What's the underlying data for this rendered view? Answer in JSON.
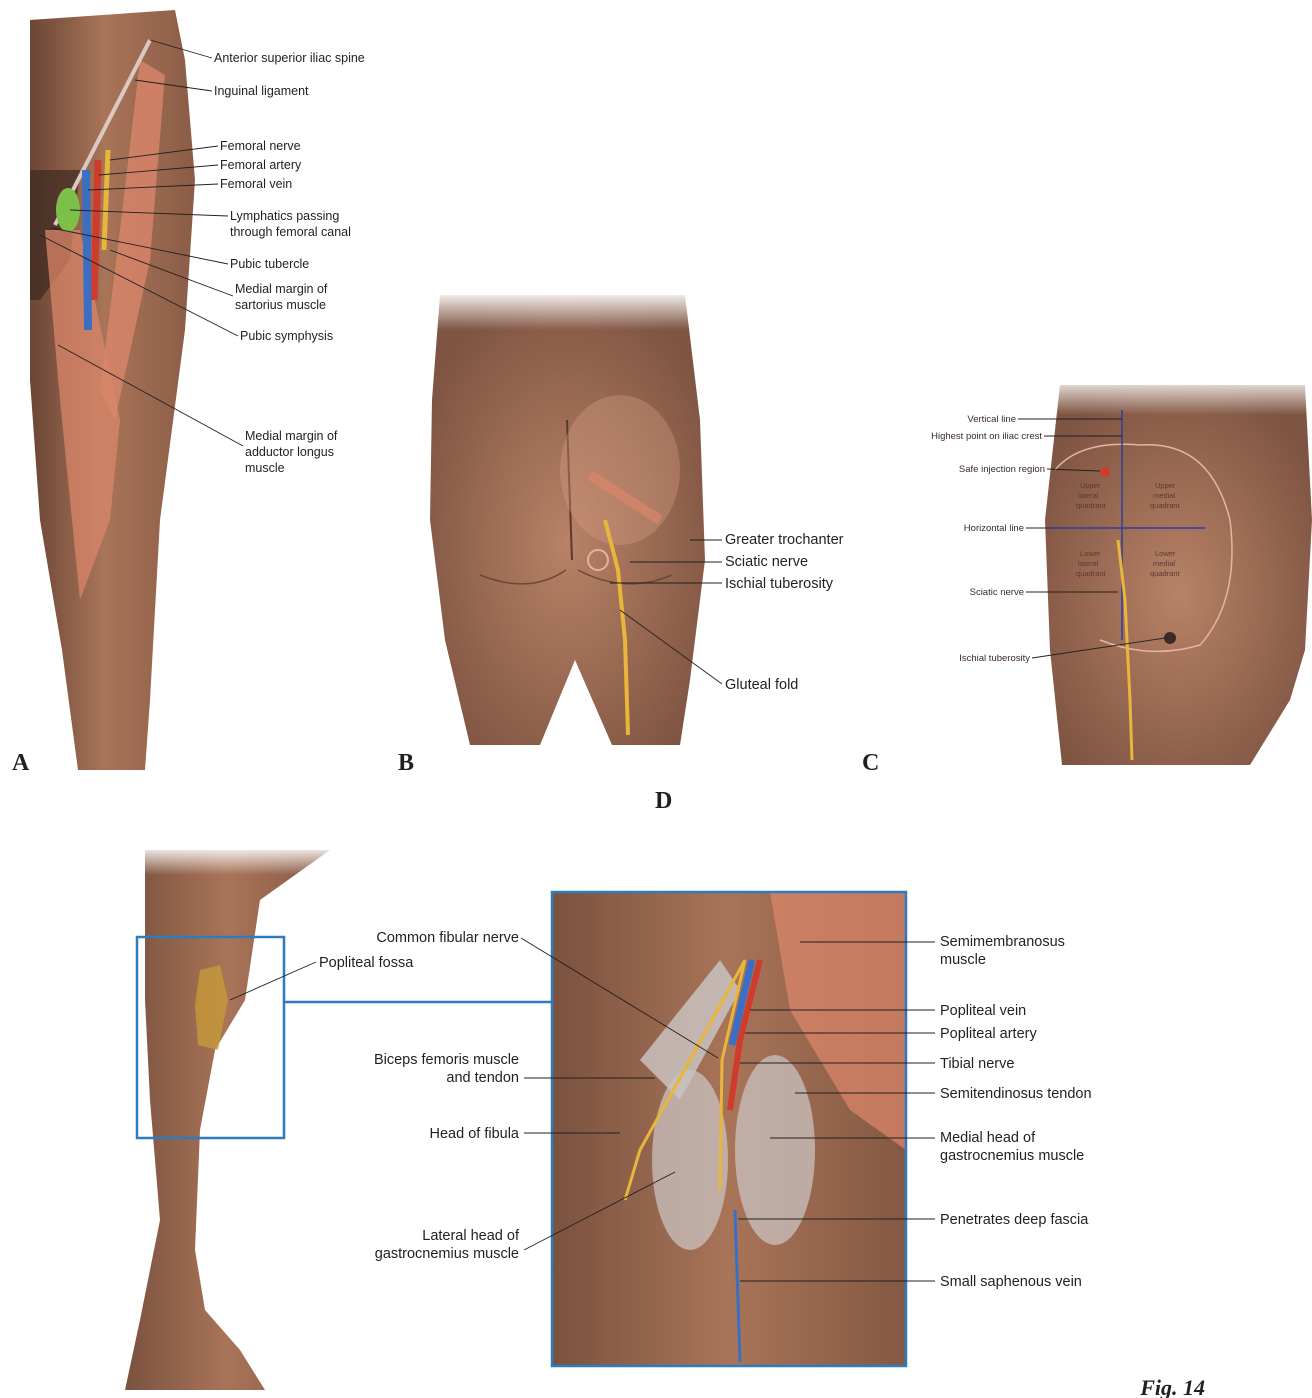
{
  "panels": {
    "a": {
      "letter": "A",
      "labels": {
        "anterior_superior_iliac_spine": "Anterior superior iliac spine",
        "inguinal_ligament": "Inguinal ligament",
        "femoral_nerve": "Femoral nerve",
        "femoral_artery": "Femoral artery",
        "femoral_vein": "Femoral vein",
        "lymphatics_1": "Lymphatics passing",
        "lymphatics_2": "through femoral canal",
        "pubic_tubercle": "Pubic tubercle",
        "sartorius_1": "Medial margin of",
        "sartorius_2": "sartorius muscle",
        "pubic_symphysis": "Pubic symphysis",
        "adductor_1": "Medial margin of",
        "adductor_2": "adductor longus",
        "adductor_3": "muscle"
      }
    },
    "b": {
      "letter": "B",
      "labels": {
        "greater_trochanter": "Greater trochanter",
        "sciatic_nerve": "Sciatic nerve",
        "ischial_tuberosity": "Ischial tuberosity",
        "gluteal_fold": "Gluteal fold"
      }
    },
    "c": {
      "letter": "C",
      "labels": {
        "vertical_line": "Vertical line",
        "highest_point": "Highest point on iliac crest",
        "safe_injection": "Safe injection region",
        "horizontal_line": "Horizontal line",
        "sciatic_nerve": "Sciatic nerve",
        "ischial_tuberosity": "Ischial tuberosity",
        "q_upper_lateral": [
          "Upper",
          "lateral",
          "quadrant"
        ],
        "q_upper_medial": [
          "Upper",
          "medial",
          "quadrant"
        ],
        "q_lower_lateral": [
          "Lower",
          "lateral",
          "quadrant"
        ],
        "q_lower_medial": [
          "Lower",
          "medial",
          "quadrant"
        ]
      }
    },
    "d": {
      "letter": "D",
      "labels": {
        "popliteal_fossa": "Popliteal fossa",
        "common_fibular_nerve": "Common fibular nerve",
        "biceps_1": "Biceps femoris muscle",
        "biceps_2": "and tendon",
        "head_of_fibula": "Head of fibula",
        "lateral_head_1": "Lateral head of",
        "lateral_head_2": "gastrocnemius muscle",
        "semimembranosus_1": "Semimembranosus",
        "semimembranosus_2": "muscle",
        "popliteal_vein": "Popliteal vein",
        "popliteal_artery": "Popliteal artery",
        "tibial_nerve": "Tibial nerve",
        "semitendinosus": "Semitendinosus tendon",
        "medial_head_1": "Medial head of",
        "medial_head_2": "gastrocnemius muscle",
        "penetrates": "Penetrates deep fascia",
        "small_saphenous": "Small saphenous vein"
      }
    }
  },
  "figure_label": "Fig. 14",
  "colors": {
    "skin": "#b07a5e",
    "skin_dark": "#7d5440",
    "muscle": "#d9866a",
    "nerve": "#e8b63a",
    "artery": "#cf3b2c",
    "vein": "#3a6fc4",
    "lymph": "#7cc04a",
    "inset_frame": "#2f7bbf",
    "fascia": "#c9c2c0"
  }
}
